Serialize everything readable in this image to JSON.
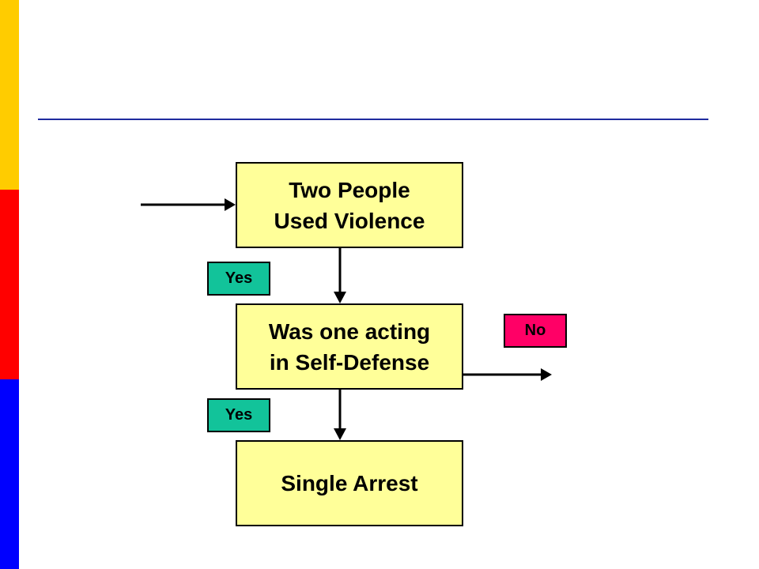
{
  "flowchart": {
    "box_violence": {
      "line1": "Two People",
      "line2": "Used Violence"
    },
    "box_selfdefense": {
      "line1": "Was one acting",
      "line2": "in Self-Defense"
    },
    "box_arrest": {
      "label": "Single Arrest"
    },
    "yes_label_1": "Yes",
    "yes_label_2": "Yes",
    "no_label": "No"
  },
  "colors": {
    "band_top": "#FFCC00",
    "band_middle": "#FF0000",
    "band_bottom": "#0000FF",
    "title_rule": "#1F2B9E",
    "box_fill": "#FFFF99",
    "yes_fill": "#12C39A",
    "no_fill": "#FF0066"
  }
}
